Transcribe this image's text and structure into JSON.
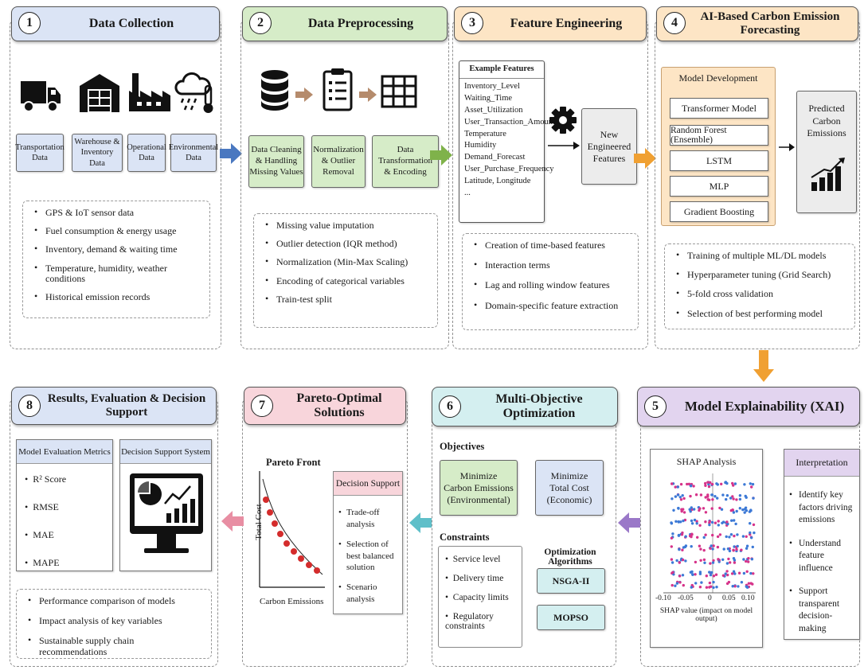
{
  "colors": {
    "blue": "#dbe4f5",
    "green": "#d6ecc8",
    "orange": "#fde5c5",
    "purple": "#e2d4ef",
    "teal": "#d4eff0",
    "pink": "#f8d5db",
    "arrowBlue": "#4a78c0",
    "arrowGreen": "#7fb24a",
    "arrowOrange": "#f0a032",
    "arrowPurple": "#9a78c8",
    "arrowTeal": "#5fbfc9",
    "arrowPink": "#e88ea3"
  },
  "steps": [
    {
      "num": "1",
      "title": "Data Collection"
    },
    {
      "num": "2",
      "title": "Data Preprocessing"
    },
    {
      "num": "3",
      "title": "Feature Engineering"
    },
    {
      "num": "4",
      "title": "AI-Based Carbon Emission Forecasting"
    },
    {
      "num": "5",
      "title": "Model Explainability (XAI)"
    },
    {
      "num": "6",
      "title": "Multi-Objective Optimization"
    },
    {
      "num": "7",
      "title": "Pareto-Optimal Solutions"
    },
    {
      "num": "8",
      "title": "Results, Evaluation & Decision Support"
    }
  ],
  "s1": {
    "sources": [
      "Transportation\nData",
      "Warehouse &\nInventory Data",
      "Operational\nData",
      "Environmental\nData"
    ],
    "bullets": [
      "GPS & IoT sensor data",
      "Fuel consumption & energy usage",
      "Inventory, demand & waiting time",
      "Temperature, humidity, weather conditions",
      "Historical emission records"
    ]
  },
  "s2": {
    "steps": [
      "Data Cleaning\n& Handling\nMissing Values",
      "Normalization\n& Outlier\nRemoval",
      "Data\nTransformation\n& Encoding"
    ],
    "bullets": [
      "Missing value imputation",
      "Outlier detection (IQR method)",
      "Normalization (Min-Max Scaling)",
      "Encoding of categorical variables",
      "Train-test split"
    ]
  },
  "s3": {
    "features_title": "Example Features",
    "features": [
      "Inventory_Level",
      "Waiting_Time",
      "Asset_Utilization",
      "User_Transaction_Amount",
      "Temperature",
      "Humidity",
      "Demand_Forecast",
      "User_Purchase_Frequency",
      "Latitude, Longitude",
      "..."
    ],
    "new_features": "New\nEngineered\nFeatures",
    "bullets": [
      "Creation of time-based features",
      "Interaction terms",
      "Lag and rolling window features",
      "Domain-specific feature extraction"
    ]
  },
  "s4": {
    "dev_title": "Model Development",
    "models": [
      "Transformer Model",
      "Random Forest (Ensemble)",
      "LSTM",
      "MLP",
      "Gradient Boosting"
    ],
    "predicted": "Predicted\nCarbon\nEmissions",
    "bullets": [
      "Training of multiple ML/DL models",
      "Hyperparameter tuning (Grid Search)",
      "5-fold cross validation",
      "Selection of best performing model"
    ]
  },
  "s5": {
    "shap_title": "SHAP Analysis",
    "xticks": [
      "-0.10",
      "-0.05",
      "0",
      "0.05",
      "0.10"
    ],
    "xlabel": "SHAP value (impact on model output)",
    "interp_title": "Interpretation",
    "interp": [
      "Identify key factors driving emissions",
      "Understand feature influence",
      "Support transparent decision-making"
    ]
  },
  "s6": {
    "objectives_title": "Objectives",
    "obj1": "Minimize\nCarbon Emissions\n(Environmental)",
    "obj2": "Minimize\nTotal Cost\n(Economic)",
    "constraints_title": "Constraints",
    "constraints": [
      "Service level",
      "Delivery time",
      "Capacity limits",
      "Regulatory constraints"
    ],
    "algo_title": "Optimization Algorithms",
    "algos": [
      "NSGA-II",
      "MOPSO"
    ]
  },
  "s7": {
    "pareto_title": "Pareto Front",
    "ylabel": "Total Cost",
    "xlabel": "Carbon Emissions",
    "ds_title": "Decision Support",
    "ds": [
      "Trade-off analysis",
      "Selection of best balanced solution",
      "Scenario analysis"
    ]
  },
  "s8": {
    "metrics_title": "Model Evaluation Metrics",
    "metrics": [
      "R² Score",
      "RMSE",
      "MAE",
      "MAPE"
    ],
    "dss_title": "Decision Support System",
    "bullets": [
      "Performance comparison of models",
      "Impact analysis of key variables",
      "Sustainable supply chain recommendations"
    ]
  }
}
